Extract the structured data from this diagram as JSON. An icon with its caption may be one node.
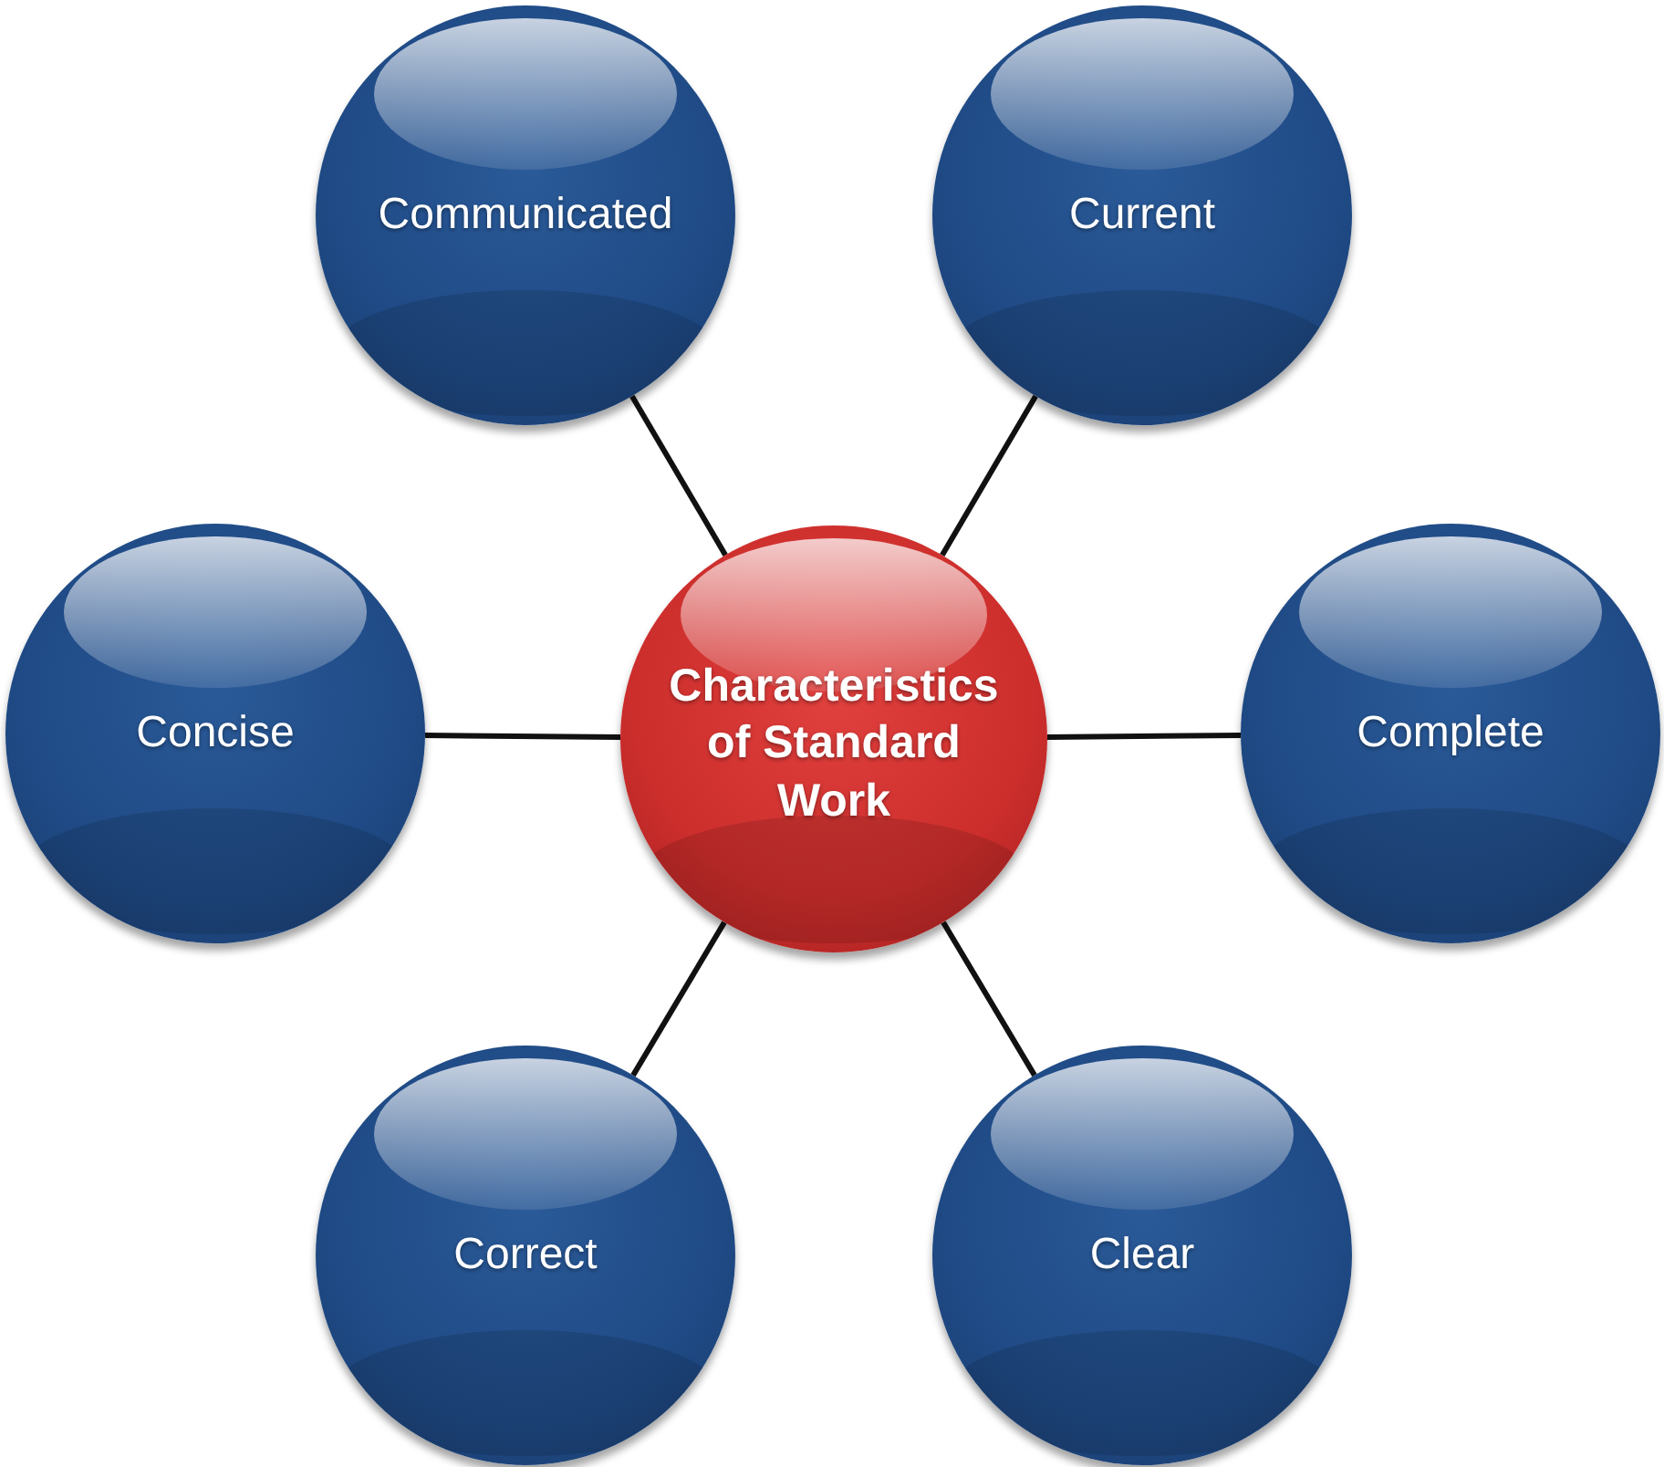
{
  "diagram": {
    "nodes": [
      {
        "text": [
          "Communicated"
        ]
      },
      {
        "text": [
          "Current"
        ]
      },
      {
        "text": [
          "Concise"
        ]
      },
      {
        "text": [
          "Characteristics of Standard Work"
        ]
      },
      {
        "text": [
          "Complete"
        ]
      },
      {
        "text": [
          "Correct"
        ]
      },
      {
        "text": [
          "Clear"
        ]
      }
    ],
    "edges": [
      {
        "from": 3,
        "to": 0,
        "arrow": "none"
      },
      {
        "from": 3,
        "to": 1,
        "arrow": "none"
      },
      {
        "from": 3,
        "to": 2,
        "arrow": "none"
      },
      {
        "from": 3,
        "to": 4,
        "arrow": "none"
      },
      {
        "from": 3,
        "to": 5,
        "arrow": "none"
      },
      {
        "from": 3,
        "to": 6,
        "arrow": "none"
      }
    ]
  }
}
